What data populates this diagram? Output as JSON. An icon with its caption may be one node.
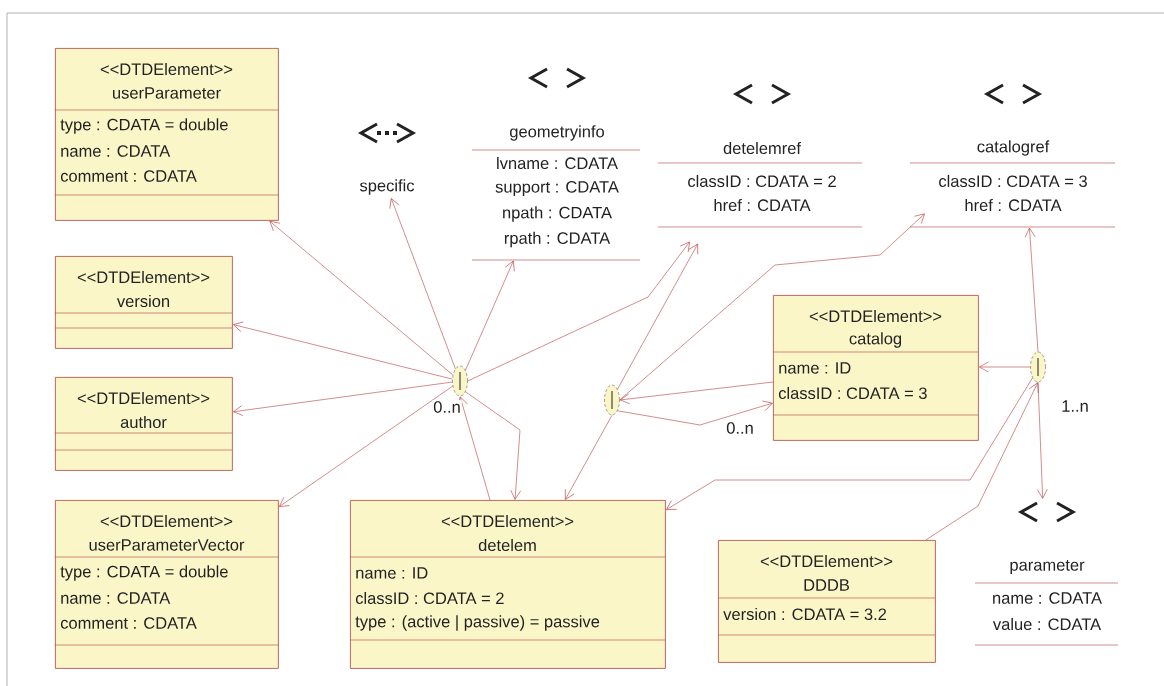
{
  "diagram": {
    "nodes": [
      {
        "text": [
          "<<DTDElement>>",
          "userParameter",
          "type : CDATA = double",
          "name : CDATA",
          "comment : CDATA"
        ]
      },
      {
        "text": [
          "<<DTDElement>>",
          "version"
        ]
      },
      {
        "text": [
          "<<DTDElement>>",
          "author"
        ]
      },
      {
        "text": [
          "<<DTDElement>>",
          "userParameterVector",
          "type : CDATA = double",
          "name : CDATA",
          "comment : CDATA"
        ]
      },
      {
        "text": [
          "<<DTDElement>>",
          "detelem",
          "name : ID",
          "classID : CDATA = 2",
          "type : (active | passive) = passive"
        ]
      },
      {
        "text": [
          "<<DTDElement>>",
          "DDDB",
          "version : CDATA = 3.2"
        ]
      },
      {
        "text": [
          "<<DTDElement>>",
          "catalog",
          "name : ID",
          "classID : CDATA = 3"
        ]
      },
      {
        "text": [
          "specific"
        ]
      },
      {
        "text": [
          "geometryinfo",
          "lvname : CDATA",
          "support : CDATA",
          "npath : CDATA",
          "rpath : CDATA"
        ]
      },
      {
        "text": [
          "detelemref",
          "classID : CDATA = 2",
          "href : CDATA"
        ]
      },
      {
        "text": [
          "catalogref",
          "classID : CDATA = 3",
          "href : CDATA"
        ]
      },
      {
        "text": [
          "parameter",
          "name : CDATA",
          "value : CDATA"
        ]
      },
      {
        "text": [],
        "shape": "ellipse"
      },
      {
        "text": [],
        "shape": "ellipse"
      },
      {
        "text": [],
        "shape": "ellipse"
      }
    ],
    "edges": [
      {
        "from": 12,
        "to": 0,
        "arrow": "to"
      },
      {
        "from": 12,
        "to": 7,
        "arrow": "to"
      },
      {
        "from": 12,
        "to": 8,
        "arrow": "to"
      },
      {
        "from": 12,
        "to": 1,
        "arrow": "to"
      },
      {
        "from": 12,
        "to": 2,
        "arrow": "to"
      },
      {
        "from": 12,
        "to": 3,
        "arrow": "to"
      },
      {
        "from": 12,
        "to": 9,
        "arrow": "to"
      },
      {
        "from": 4,
        "to": 12,
        "arrow": "to"
      },
      {
        "from": 12,
        "to": 4,
        "arrow": "to"
      },
      {
        "from": 13,
        "to": 4,
        "arrow": "to"
      },
      {
        "from": 13,
        "to": 9,
        "arrow": "to"
      },
      {
        "from": 13,
        "to": 10,
        "arrow": "to"
      },
      {
        "from": 6,
        "to": 13,
        "arrow": "to"
      },
      {
        "from": 13,
        "to": 6,
        "arrow": "to"
      },
      {
        "from": 14,
        "to": 6,
        "arrow": "to"
      },
      {
        "from": 14,
        "to": 10,
        "arrow": "to"
      },
      {
        "from": 14,
        "to": 11,
        "arrow": "to"
      },
      {
        "from": 14,
        "to": 4,
        "arrow": "to"
      },
      {
        "from": 5,
        "to": 14,
        "arrow": "to"
      }
    ],
    "labels": [
      "0..n",
      "0..n",
      "1..n"
    ]
  }
}
